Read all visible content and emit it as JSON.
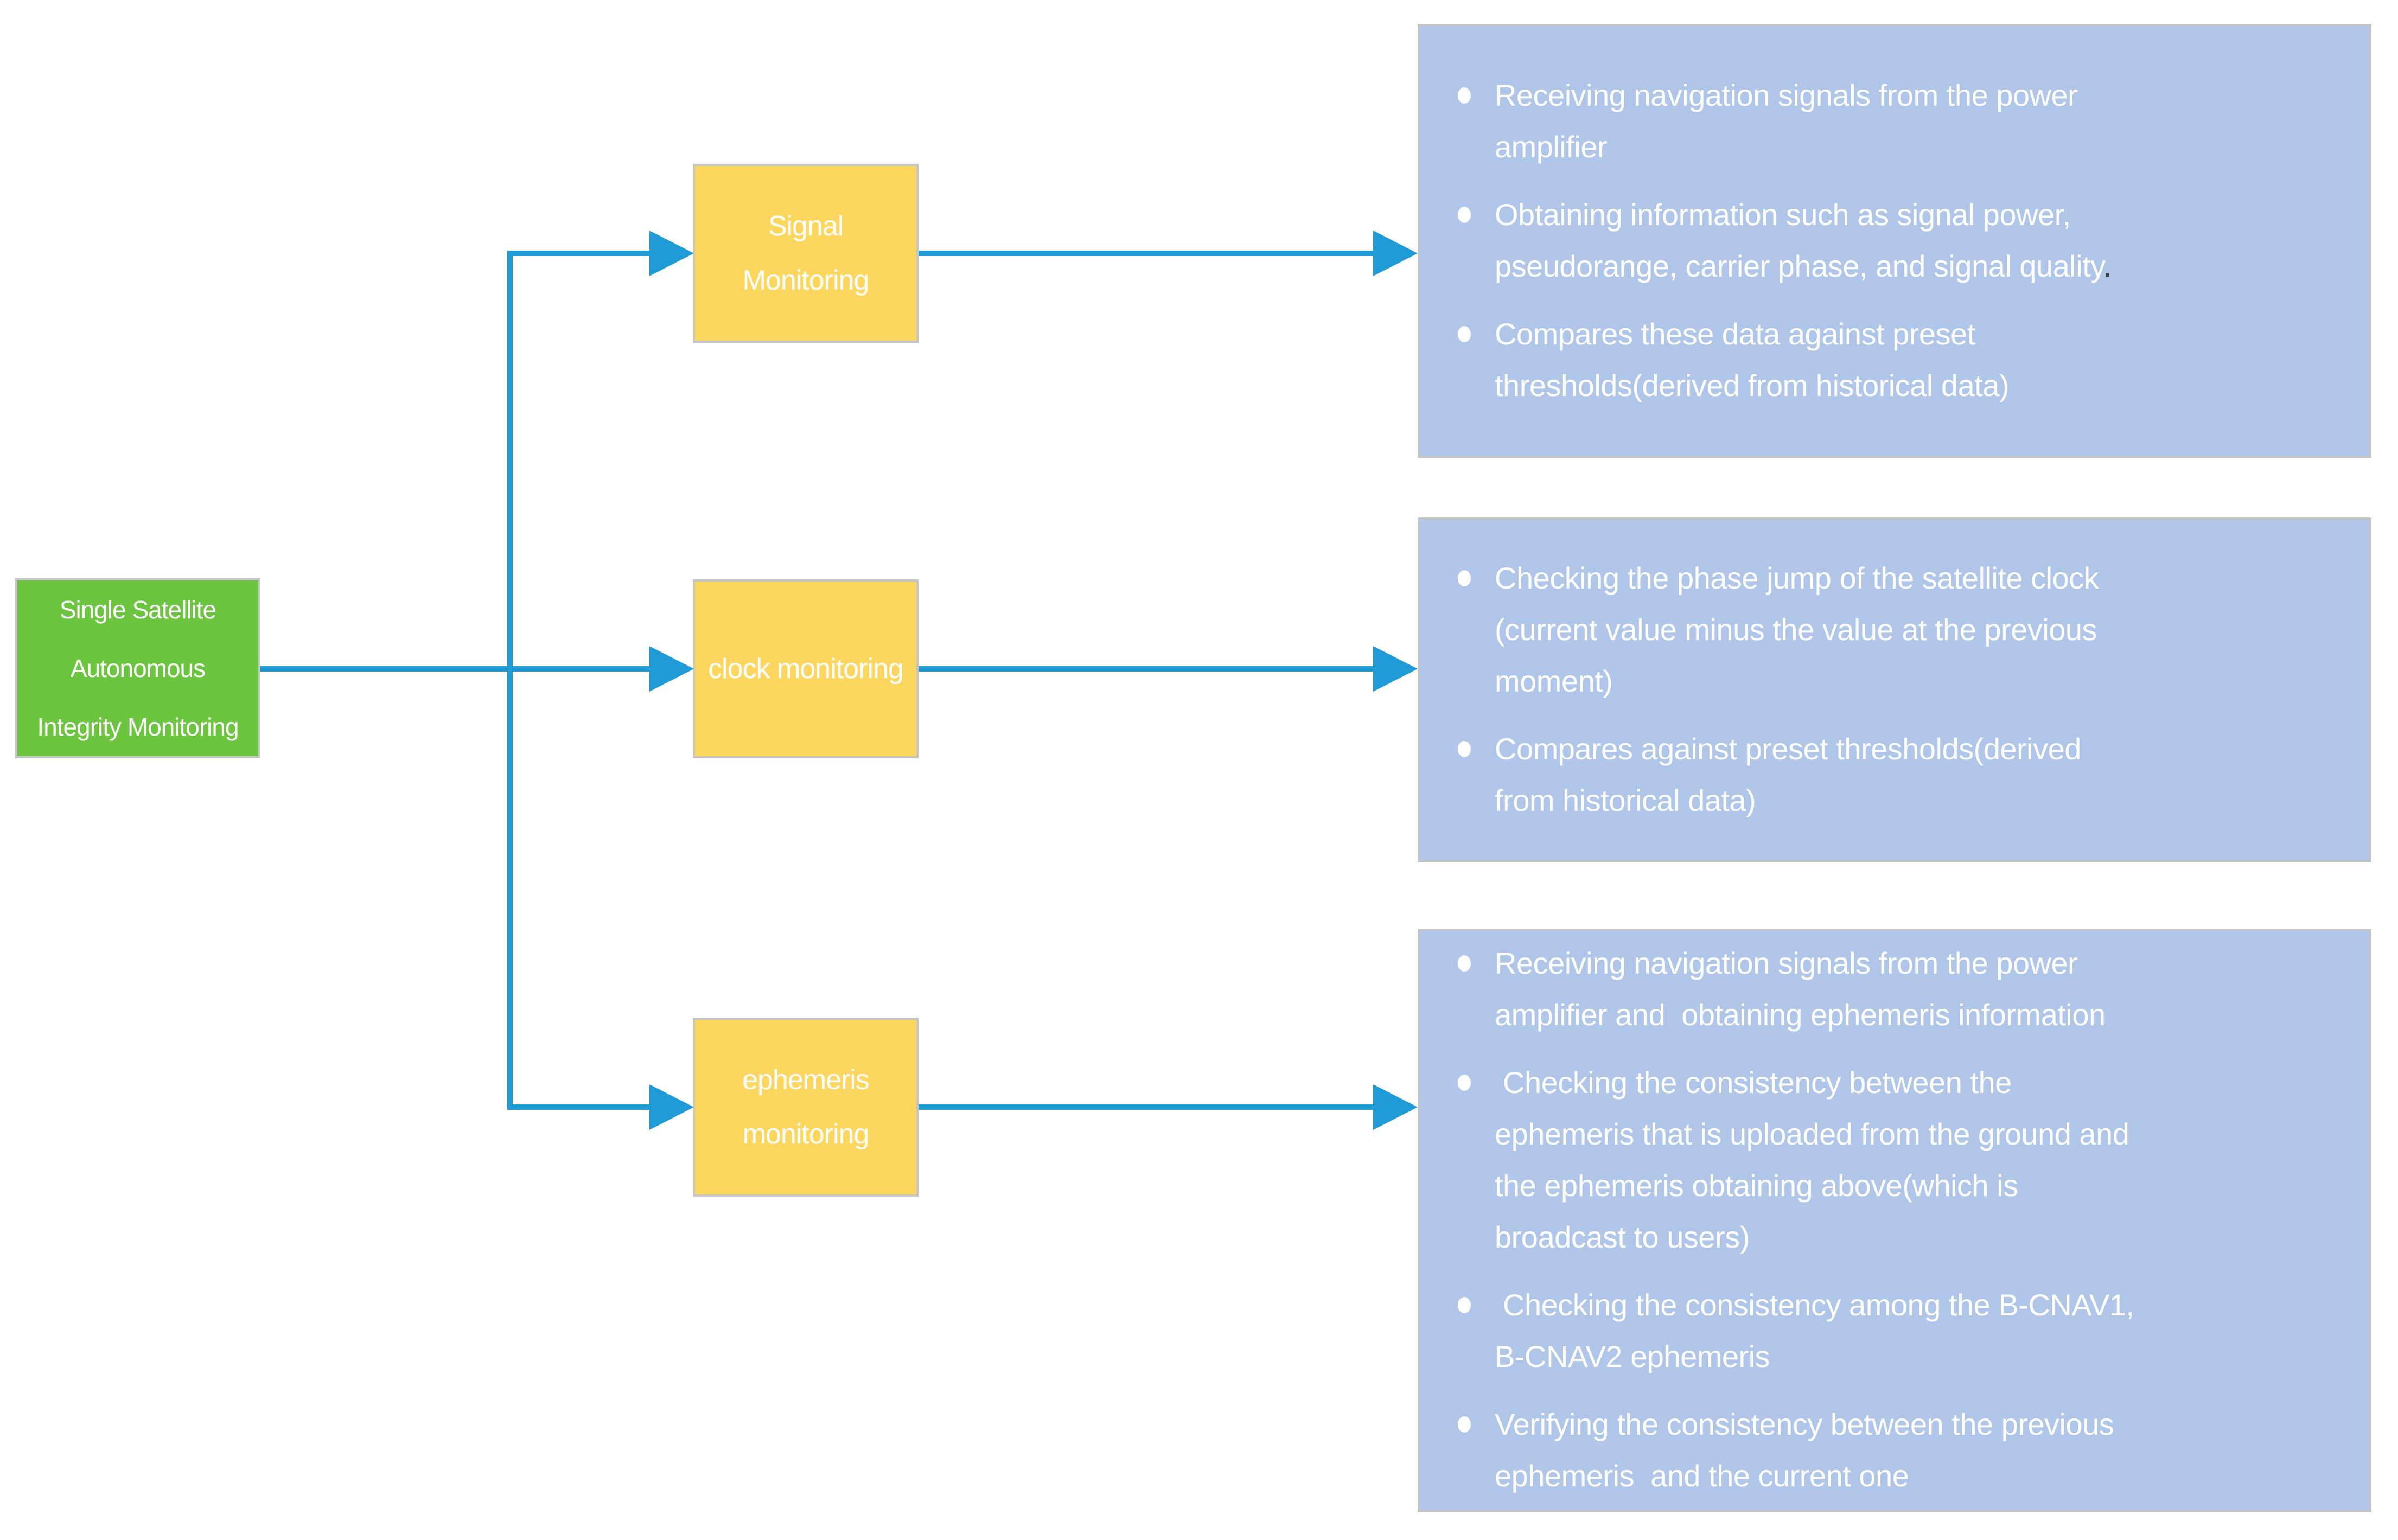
{
  "colors": {
    "page-bg": "#FFFFFF",
    "root-fill": "#6CC53F",
    "branch-fill": "#FDD75D",
    "detail-fill": "#AFC6E8",
    "connector": "#1E9BD6",
    "border": "#C6C6C6",
    "text": "#FFFFFF",
    "dark-dot": "#3A3A3A"
  },
  "root": {
    "label_lines": [
      "Single Satellite",
      "Autonomous",
      "Integrity Monitoring"
    ]
  },
  "branches": [
    {
      "id": "signal",
      "label_lines": [
        "Signal",
        "Monitoring"
      ],
      "bullets": [
        {
          "lines": [
            "Receiving navigation signals from the power",
            "amplifier"
          ]
        },
        {
          "lines": [
            "Obtaining information such as signal power,",
            {
              "t": "pseudorange, carrier phase, and signal quality",
              "dark_suffix": "."
            }
          ]
        },
        {
          "lines": [
            "Compares these data against preset",
            "thresholds(derived from historical data)"
          ]
        }
      ]
    },
    {
      "id": "clock",
      "label_lines": [
        "clock monitoring"
      ],
      "bullets": [
        {
          "lines": [
            "Checking the phase jump of the satellite clock",
            "(current value minus the value at the previous",
            "moment)"
          ]
        },
        {
          "lines": [
            "Compares against preset thresholds(derived",
            "from historical data)"
          ]
        }
      ]
    },
    {
      "id": "ephemeris",
      "label_lines": [
        "ephemeris",
        "monitoring"
      ],
      "bullets": [
        {
          "lines": [
            "Receiving navigation signals from the power",
            "amplifier and  obtaining ephemeris information"
          ]
        },
        {
          "lines": [
            " Checking the consistency between the",
            "ephemeris that is uploaded from the ground and",
            "the ephemeris obtaining above(which is",
            "broadcast to users)"
          ]
        },
        {
          "lines": [
            " Checking the consistency among the B-CNAV1,",
            "B-CNAV2 ephemeris"
          ]
        },
        {
          "lines": [
            "Verifying the consistency between the previous",
            "ephemeris  and the current one"
          ]
        }
      ]
    }
  ]
}
